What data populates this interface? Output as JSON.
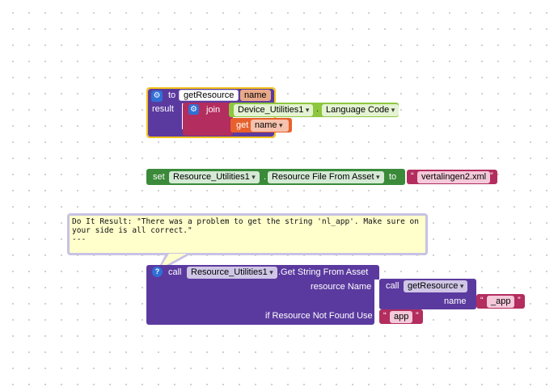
{
  "procedure_block": {
    "to_label": "to",
    "name_field": "getResource",
    "param_name": "name",
    "result_label": "result",
    "join_label": "join",
    "device_component": "Device_Utilities1",
    "device_property": "Language Code",
    "get_label": "get",
    "get_var": "name"
  },
  "set_block": {
    "set_label": "set",
    "component": "Resource_Utilities1",
    "property": "Resource File From Asset",
    "to_label": "to",
    "quote_open": "“",
    "quote_close": "”",
    "value": "vertalingen2.xml"
  },
  "do_it_result": {
    "line1": "Do It Result: \"There was a problem to get the string 'nl_app'. Make sure on",
    "line2": "your side is all correct.\"",
    "line3": "---"
  },
  "call_block": {
    "help_icon": "?",
    "call_label": "call",
    "component": "Resource_Utilities1",
    "method": ".Get String From Asset",
    "resource_name_label": "resource Name",
    "inner_call_label": "call",
    "inner_procedure": "getResource",
    "name_label": "name",
    "name_value": "_app",
    "not_found_label": "if Resource Not Found Use",
    "not_found_value": "app",
    "quote_open": "“",
    "quote_close": "”"
  },
  "colors": {
    "procedure": "#5b3a9f",
    "text_block": "#b32d5e",
    "device_component": "#8dc63f",
    "variable": "#e8612c",
    "set_block": "#3a8a3a",
    "comment_bg": "#ffffcc",
    "selection_outline": "#f2c21b",
    "help_icon": "#2f6fd6"
  }
}
